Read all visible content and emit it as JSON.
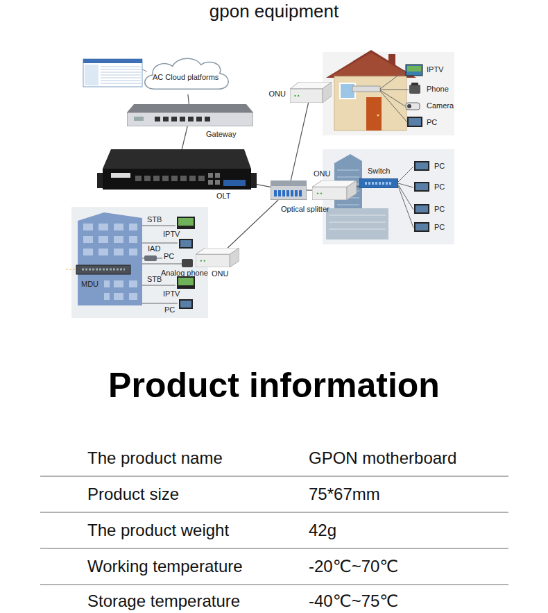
{
  "diagram": {
    "title": "gpon equipment",
    "nodes": [
      {
        "text": [
          "AC Cloud platforms"
        ]
      },
      {
        "text": [
          "Gateway"
        ]
      },
      {
        "text": [
          "OLT"
        ]
      },
      {
        "text": [
          "Optical splitter"
        ]
      },
      {
        "text": [
          "ONU"
        ]
      },
      {
        "text": [
          "ONU"
        ]
      },
      {
        "text": [
          "ONU"
        ]
      },
      {
        "text": [
          "Switch"
        ]
      }
    ],
    "edges": [
      {
        "from": 0,
        "to": 1,
        "arrow": "none"
      },
      {
        "from": 1,
        "to": 2,
        "arrow": "none"
      },
      {
        "from": 2,
        "to": 3,
        "arrow": "none"
      },
      {
        "from": 3,
        "to": 4,
        "arrow": "none"
      },
      {
        "from": 3,
        "to": 5,
        "arrow": "none"
      },
      {
        "from": 3,
        "to": 6,
        "arrow": "none"
      },
      {
        "from": 5,
        "to": 7,
        "arrow": "none"
      }
    ],
    "labels": [
      "IPTV",
      "Phone",
      "Camera",
      "PC",
      "PC",
      "PC",
      "PC",
      "PC",
      "STB",
      "IPTV",
      "IAD",
      "PC",
      "Analog phone",
      "STB",
      "IPTV",
      "PC",
      "MDU",
      "Product information",
      "The product name",
      "GPON motherboard",
      "Product size",
      "75*67mm",
      "The product weight",
      "42g",
      "Working temperature",
      "-20℃~70℃",
      "Storage temperature",
      "-40℃~75℃"
    ]
  }
}
